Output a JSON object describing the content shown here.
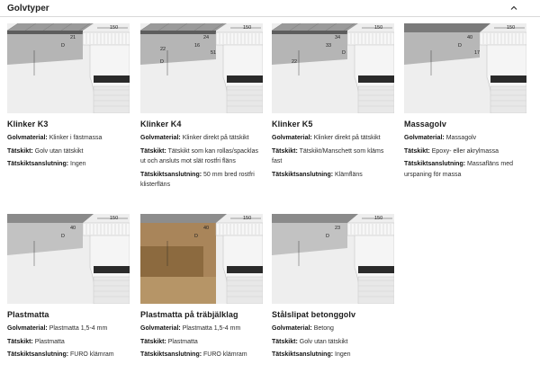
{
  "section": {
    "title": "Golvtyper",
    "toggle_icon": "chevron-up-icon"
  },
  "labels": {
    "material": "Golvmaterial:",
    "sealing": "Tätskikt:",
    "connection": "Tätskiktsanslutning:"
  },
  "cards": [
    {
      "title": "Klinker K3",
      "material": "Klinker i fästmassa",
      "sealing": "Golv utan tätskikt",
      "connection": "Ingen",
      "dims": [
        "150",
        "21",
        "D"
      ]
    },
    {
      "title": "Klinker K4",
      "material": "Klinker direkt på tätskikt",
      "sealing": "Tätskikt som kan rollas/spacklas ut och ansluts mot slät rostfri fläns",
      "connection": "50 mm bred rostfri klisterfläns",
      "dims": [
        "150",
        "24",
        "16",
        "51",
        "D",
        "22"
      ]
    },
    {
      "title": "Klinker K5",
      "material": "Klinker direkt på tätskikt",
      "sealing": "Tätskikt/Manschett som kläms fast",
      "connection": "Klämfläns",
      "dims": [
        "150",
        "34",
        "33",
        "D",
        "22"
      ]
    },
    {
      "title": "Massagolv",
      "material": "Massagolv",
      "sealing": "Epoxy- eller akrylmassa",
      "connection": "Massafläns med urspaning för massa",
      "dims": [
        "150",
        "40",
        "D",
        "17"
      ]
    },
    {
      "title": "Plastmatta",
      "material": "Plastmatta 1,5-4 mm",
      "sealing": "Plastmatta",
      "connection": "FURO klämram",
      "dims": [
        "150",
        "40",
        "D"
      ]
    },
    {
      "title": "Plastmatta på träbjälklag",
      "material": "Plastmatta 1,5-4 mm",
      "sealing": "Plastmatta",
      "connection": "FURO klämram",
      "dims": [
        "150",
        "40",
        "D"
      ]
    },
    {
      "title": "Stålslipat betonggolv",
      "material": "Betong",
      "sealing": "Golv utan tätskikt",
      "connection": "Ingen",
      "dims": [
        "150",
        "23",
        "D"
      ]
    }
  ],
  "colors": {
    "text": "#1a1a1a",
    "rule": "#d9d9d9",
    "drain_white": "#f4f4f4",
    "concrete": "#b8b8b8",
    "tile_dark": "#5a5a5a",
    "wood": "#a17a4e"
  }
}
